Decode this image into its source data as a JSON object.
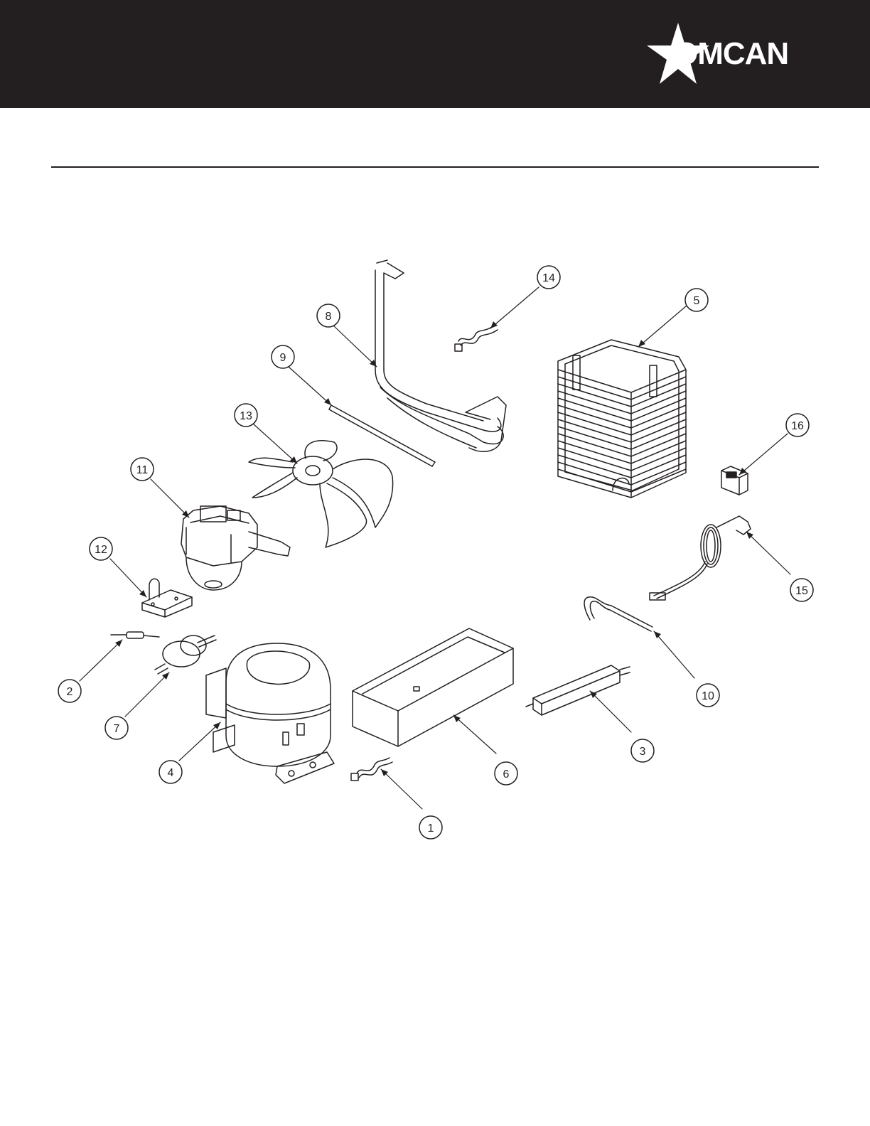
{
  "header": {
    "brand": "OMCAN",
    "background_color": "#231f20",
    "logo_icon": "star-icon"
  },
  "diagram": {
    "callouts": [
      {
        "id": "callout-1",
        "label": "1"
      },
      {
        "id": "callout-2",
        "label": "2"
      },
      {
        "id": "callout-3",
        "label": "3"
      },
      {
        "id": "callout-4",
        "label": "4"
      },
      {
        "id": "callout-5",
        "label": "5"
      },
      {
        "id": "callout-6",
        "label": "6"
      },
      {
        "id": "callout-7",
        "label": "7"
      },
      {
        "id": "callout-8",
        "label": "8"
      },
      {
        "id": "callout-9",
        "label": "9"
      },
      {
        "id": "callout-10",
        "label": "10"
      },
      {
        "id": "callout-11",
        "label": "11"
      },
      {
        "id": "callout-12",
        "label": "12"
      },
      {
        "id": "callout-13",
        "label": "13"
      },
      {
        "id": "callout-14",
        "label": "14"
      },
      {
        "id": "callout-15",
        "label": "15"
      },
      {
        "id": "callout-16",
        "label": "16"
      }
    ]
  }
}
